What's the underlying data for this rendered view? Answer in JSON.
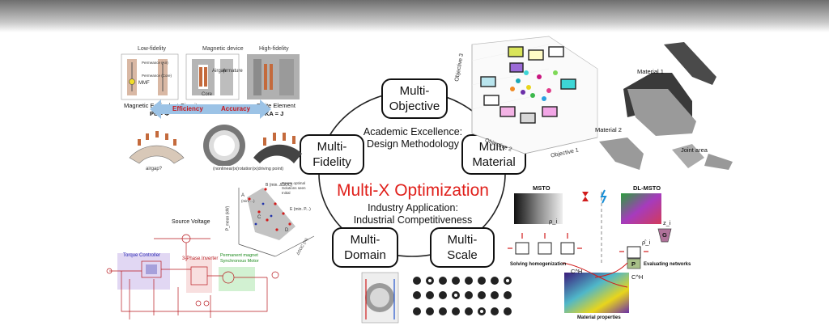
{
  "center": {
    "title": "Multi-X Optimization",
    "academic_line1": "Academic Excellence:",
    "academic_line2": "Design Methodology",
    "industry_line1": "Industry Application:",
    "industry_line2": "Industrial Competitiveness"
  },
  "nodes": [
    {
      "id": "objective",
      "line1": "Multi-",
      "line2": "Objective"
    },
    {
      "id": "material",
      "line1": "Multi-",
      "line2": "Material"
    },
    {
      "id": "scale",
      "line1": "Multi-",
      "line2": "Scale"
    },
    {
      "id": "domain",
      "line1": "Multi-",
      "line2": "Domain"
    },
    {
      "id": "fidelity",
      "line1": "Multi-",
      "line2": "Fidelity"
    }
  ],
  "fidelity_panel": {
    "low_fidelity": "Low-fidelity",
    "magnetic_device": "Magnetic device",
    "high_fidelity": "High-fidelity",
    "permeance_air": "Permeance (Air)",
    "permeance_core": "Permeance (Core)",
    "mmf": "MMF",
    "core": "Core",
    "airgap": "Airgap",
    "armature": "Armature",
    "mec_label": "Magnetic Equivalent Circuit",
    "mec_eq": "Pu = Φ",
    "fe_label": "Finite Element",
    "fe_eq": "KA = J",
    "efficiency": "Efficiency",
    "accuracy": "Accuracy",
    "airgap_q": "airgap?",
    "nonlinear": "(nonlinear)x(rotation)x(driving point)"
  },
  "objective_panel": {
    "axis1": "Objective 1",
    "axis2": "Objective 2",
    "axis3": "Objective 3"
  },
  "material_panel": {
    "material1": "Material 1",
    "material2": "Material 2",
    "joint": "Joint area"
  },
  "pareto_panel": {
    "legend": [
      "Pareto optimal",
      "Solutions seen",
      "Initial"
    ],
    "pointA": "A",
    "pointA_sub": "(min. ...)",
    "pointB": "B (min. ΔSOC)",
    "pointC": "C",
    "pointD": "D",
    "pointE": "E (min. P...)",
    "ylabel": "P_mean (kW)",
    "xlabel": "ΔSOC (%)"
  },
  "circuit_panel": {
    "source_voltage": "Source Voltage",
    "torque_controller": "Torque Controller",
    "inverter": "3-Phase Inverter",
    "motor_line1": "Permanent magnet",
    "motor_line2": "Synchronous Motor"
  },
  "scale_panel": {
    "msto": "MSTO",
    "dl_msto": "DL-MSTO",
    "solving": "Solving homogenization",
    "evaluating": "Evaluating networks",
    "material_props": "Material properties",
    "rho": "ρ_i",
    "z": "z_i",
    "rho_hat": "ρ̂_i",
    "g": "G",
    "p": "P",
    "ch1": "C^H",
    "ch2": "C^H"
  },
  "colors": {
    "title_red": "#e0201b",
    "magenta": "#c8157f",
    "teal": "#23b6b4",
    "purple": "#6b2fa8",
    "yellow": "#e8d51c"
  }
}
